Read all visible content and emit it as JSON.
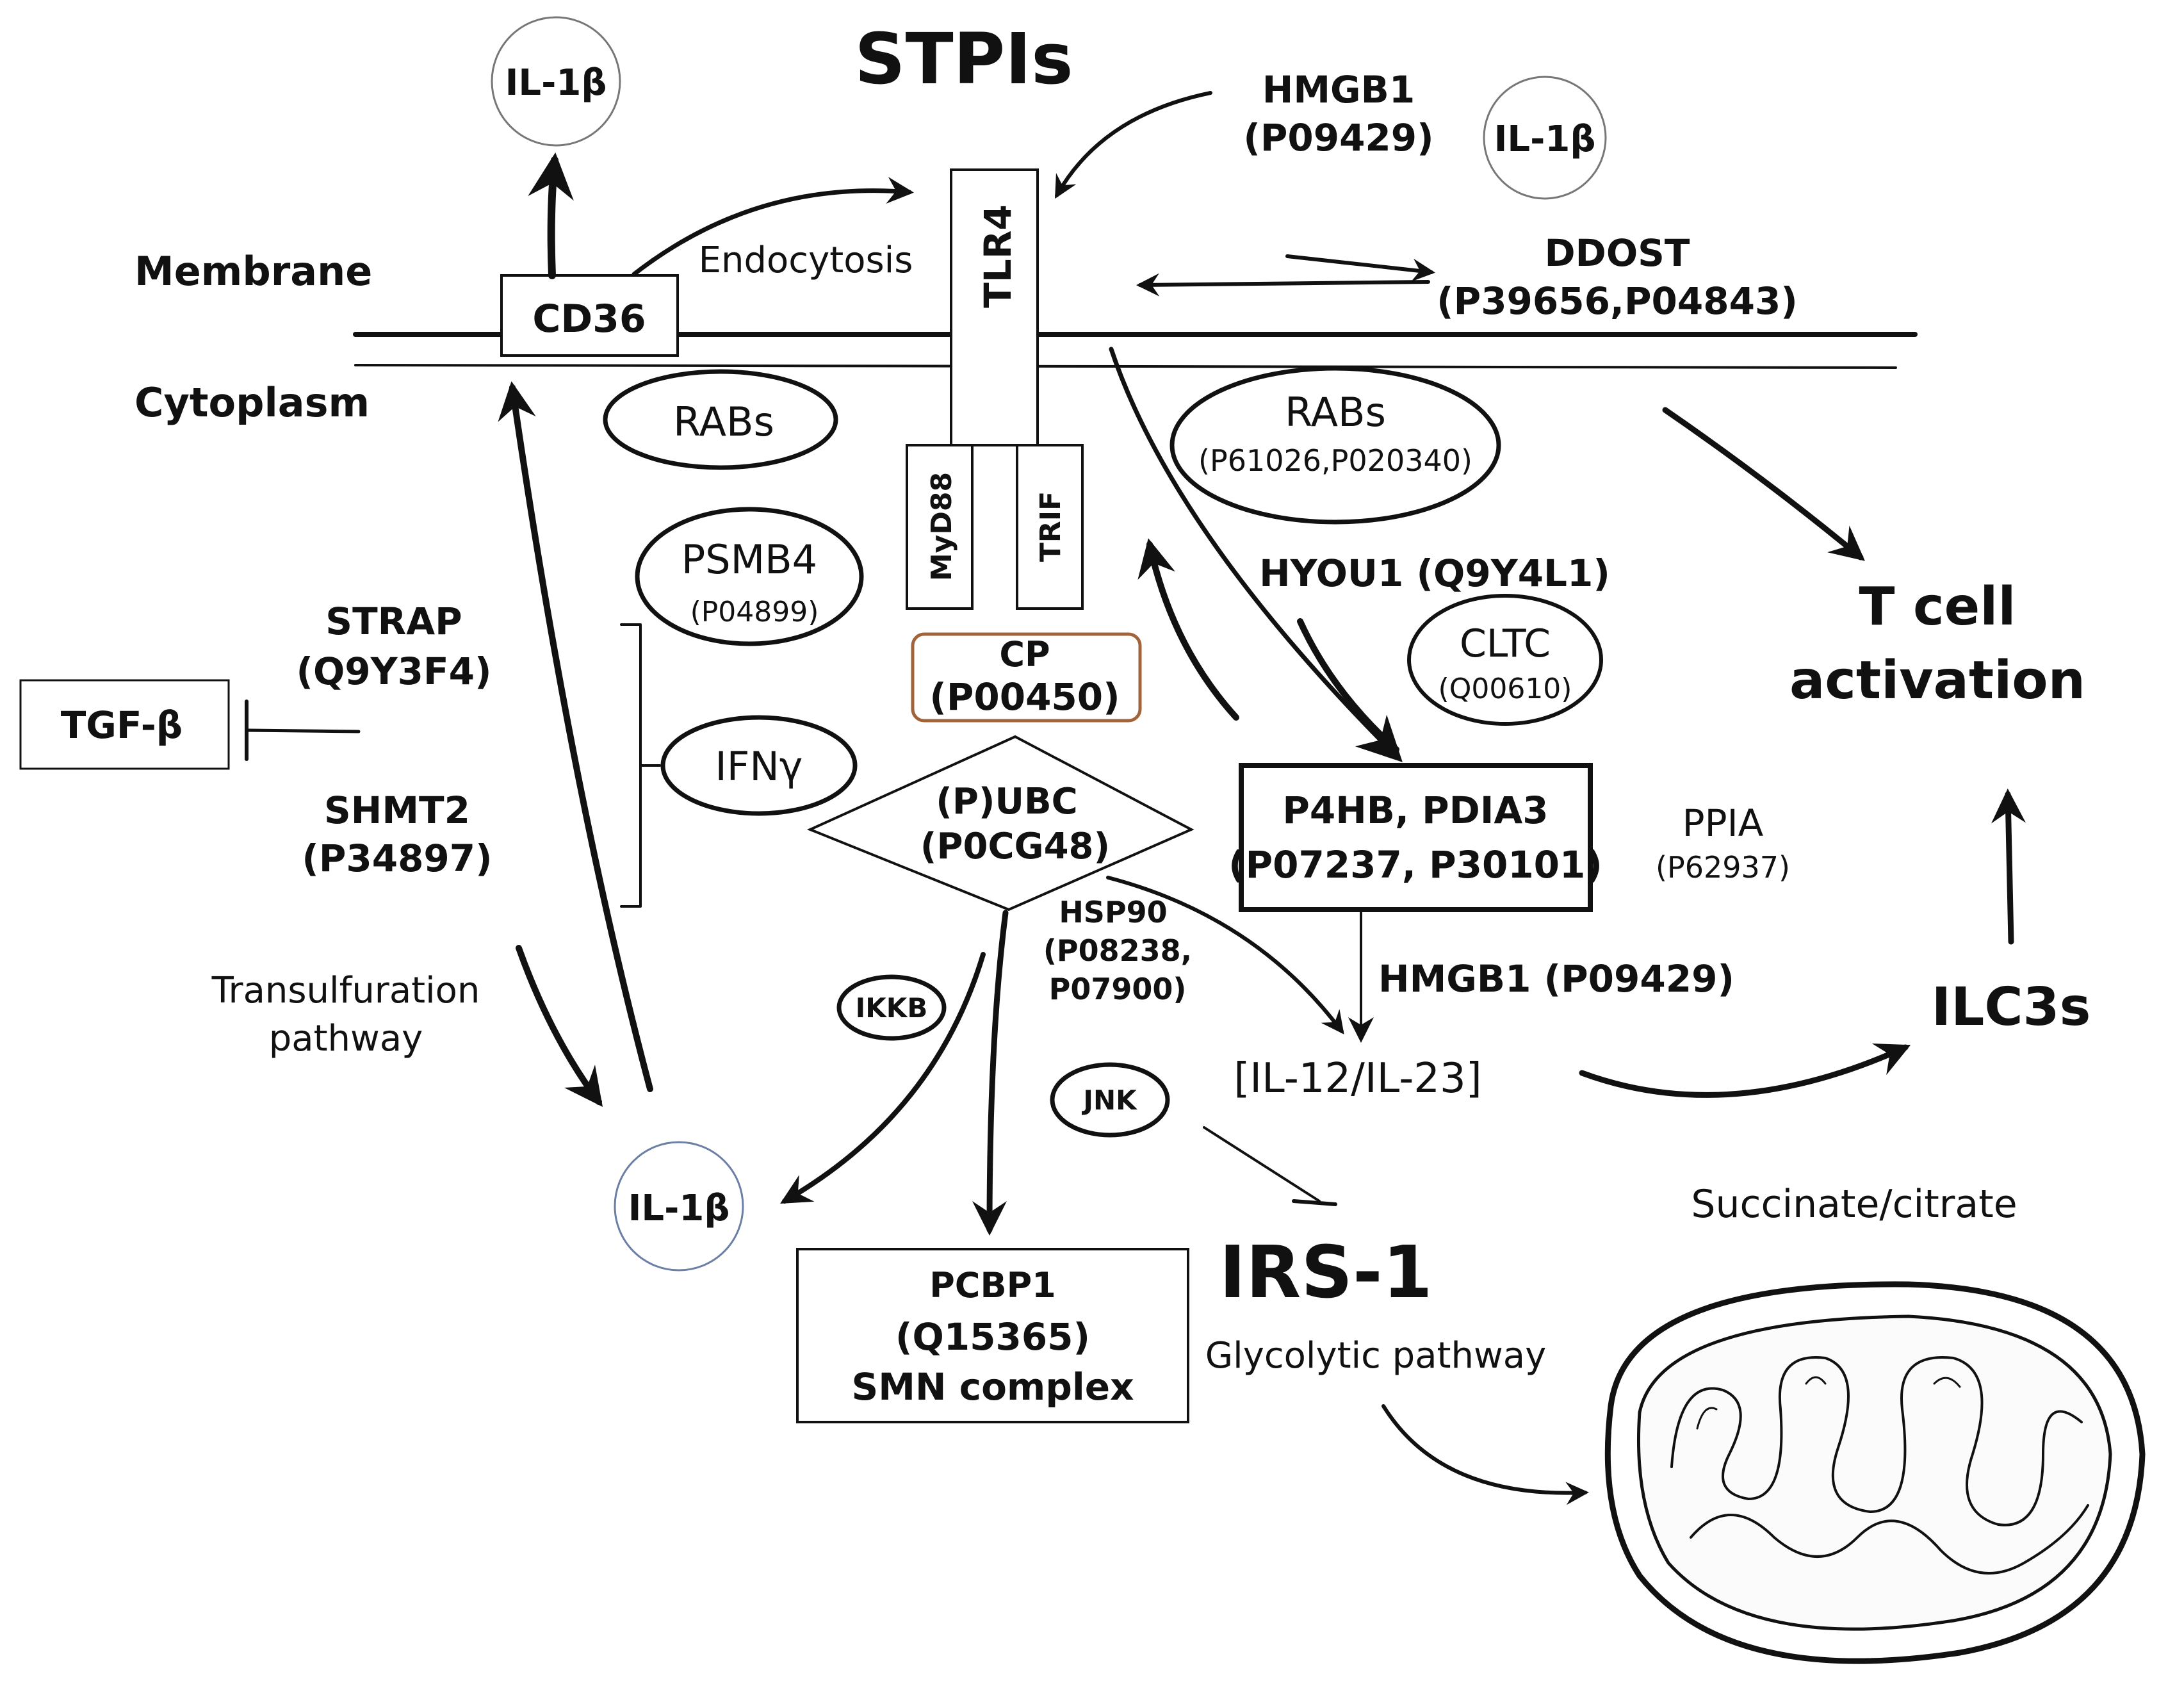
{
  "title": "STPIs",
  "regions": {
    "membrane": "Membrane",
    "cytoplasm": "Cytoplasm"
  },
  "circles": {
    "il1b_top_left": "IL-1β",
    "il1b_top_right": "IL-1β",
    "il1b_bottom": "IL-1β"
  },
  "receptors": {
    "cd36": "CD36",
    "tlr4": "TLR4",
    "myd88": "MyD88",
    "trif": "TRIF"
  },
  "labels": {
    "endocytosis": "Endocytosis",
    "hmgb1_top_name": "HMGB1",
    "hmgb1_top_id": "(P09429)",
    "ddost_name": "DDOST",
    "ddost_id": "(P39656,P04843)",
    "hyou1": "HYOU1 (Q9Y4L1)",
    "strap_name": "STRAP",
    "strap_id": "(Q9Y3F4)",
    "shmt2_name": "SHMT2",
    "shmt2_id": "(P34897)",
    "transulfuration_1": "Transulfuration",
    "transulfuration_2": "pathway",
    "hsp90_name": "HSP90",
    "hsp90_id1": "(P08238,",
    "hsp90_id2": "P07900)",
    "hmgb1_mid": "HMGB1 (P09429)",
    "il12": "[IL-12/IL-23]",
    "ilc3s": "ILC3s",
    "tcell_1": "T cell",
    "tcell_2": "activation",
    "irs1": "IRS-1",
    "glycolytic": "Glycolytic pathway",
    "succinate": "Succinate/citrate",
    "ppia_name": "PPIA",
    "ppia_id": "(P62937)"
  },
  "ovals": {
    "rabs_left": "RABs",
    "rabs_right_name": "RABs",
    "rabs_right_id": "(P61026,P020340)",
    "psmb4_name": "PSMB4",
    "psmb4_id": "(P04899)",
    "cltc_name": "CLTC",
    "cltc_id": "(Q00610)",
    "ifng": "IFNγ",
    "ikkb": "IKKB",
    "jnk": "JNK"
  },
  "boxes": {
    "tgfb": "TGF-β",
    "cp_name": "CP",
    "cp_id": "(P00450)",
    "p4hb_name": "P4HB, PDIA3",
    "p4hb_id": "(P07237, P30101)",
    "pcbp1_name": "PCBP1",
    "pcbp1_id": "(Q15365)",
    "pcbp1_complex": "SMN complex"
  },
  "diamond": {
    "name": "(P)UBC",
    "id": "(P0CG48)"
  },
  "colors": {
    "cp_border": "#a0633a",
    "ink": "#111111"
  }
}
